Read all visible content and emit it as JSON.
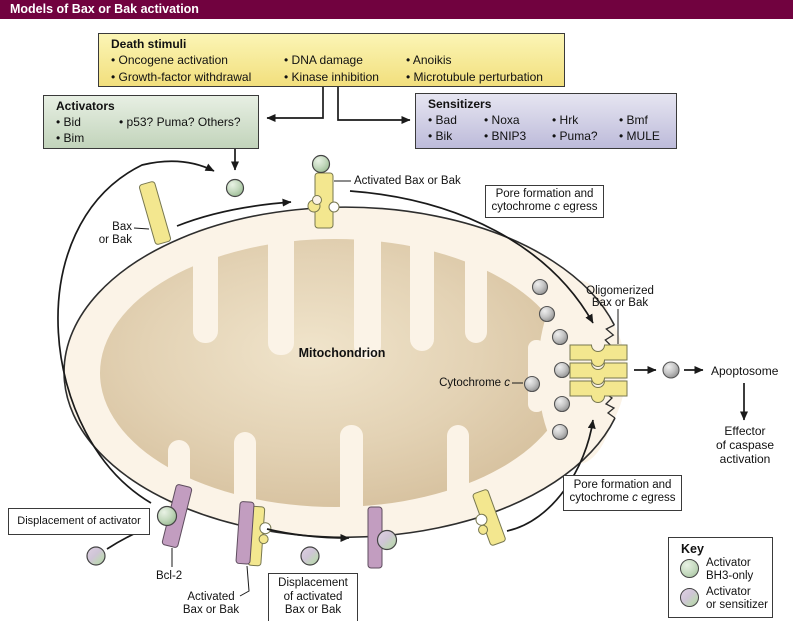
{
  "header": {
    "title": "Models of Bax or Bak activation"
  },
  "boxes": {
    "death_stimuli": {
      "title": "Death stimuli",
      "col1": [
        "• Oncogene activation",
        "• Growth-factor withdrawal"
      ],
      "col2": [
        "• DNA damage",
        "• Kinase inhibition"
      ],
      "col3": [
        "• Anoikis",
        "• Microtubule perturbation"
      ]
    },
    "activators": {
      "title": "Activators",
      "col1": [
        "• Bid",
        "• Bim"
      ],
      "col2": [
        "• p53? Puma? Others?"
      ]
    },
    "sensitizers": {
      "title": "Sensitizers",
      "col1": [
        "• Bad",
        "• Bik"
      ],
      "col2": [
        "• Noxa",
        "• BNIP3"
      ],
      "col3": [
        "• Hrk",
        "• Puma?"
      ],
      "col4": [
        "• Bmf",
        "• MULE"
      ]
    }
  },
  "labels": {
    "bax_or_bak": {
      "line1": "Bax",
      "line2": "or Bak"
    },
    "activated_bax_top": "Activated Bax or Bak",
    "pore_egress_top": {
      "line1": "Pore formation and",
      "pre": "cytochrome ",
      "italic": "c",
      "post": " egress"
    },
    "pore_egress_bottom": {
      "line1": "Pore formation and",
      "pre": "cytochrome ",
      "italic": "c",
      "post": " egress"
    },
    "mitochondrion": "Mitochondrion",
    "cytochrome_c": {
      "pre": "Cytochrome ",
      "italic": "c"
    },
    "oligomerized": {
      "line1": "Oligomerized",
      "line2": "Bax or Bak"
    },
    "apoptosome": "Apoptosome",
    "effector": {
      "line1": "Effector",
      "line2": "of caspase",
      "line3": "activation"
    },
    "displacement_activator": "Displacement of activator",
    "bcl2": "Bcl-2",
    "activated_bax_bottom": {
      "line1": "Activated",
      "line2": "Bax or Bak"
    },
    "displacement_activated": {
      "line1": "Displacement",
      "line2": "of activated",
      "line3": "Bax or Bak"
    }
  },
  "key": {
    "title": "Key",
    "item1": {
      "line1": "Activator",
      "line2": "BH3-only"
    },
    "item2": {
      "line1": "Activator",
      "line2": "or sensitizer"
    }
  },
  "colors": {
    "header_bg": "#71023F",
    "death_stimuli_fill": "#F2DF7D",
    "activators_fill": "#C2D4BB",
    "sensitizers_fill": "#BDBBDA",
    "protein_yellow": "#F3E78F",
    "bcl2_purple": "#C29DC0",
    "activator_green_ball": "#C4D9BE",
    "cytochrome_gray_ball": "#C4C4C4",
    "matrix_tan": "#D8C3A1",
    "intermembrane_cream": "#FBF3E7"
  }
}
